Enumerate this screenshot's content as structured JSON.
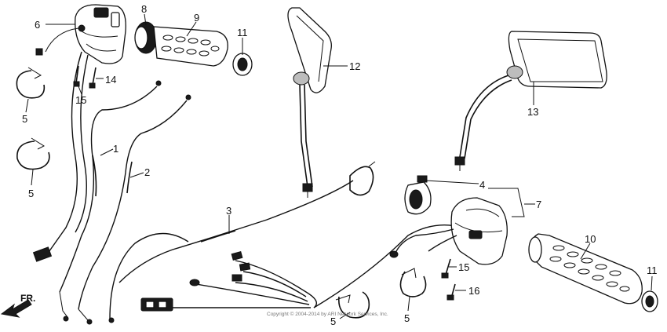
{
  "labels": {
    "p1": "1",
    "p2": "2",
    "p3": "3",
    "p4": "4",
    "p5a": "5",
    "p5b": "5",
    "p5c": "5",
    "p5d": "5",
    "p6": "6",
    "p7": "7",
    "p8": "8",
    "p9": "9",
    "p10": "10",
    "p11a": "11",
    "p11b": "11",
    "p12": "12",
    "p13": "13",
    "p14": "14",
    "p15a": "15",
    "p15b": "15",
    "p16": "16"
  },
  "front_arrow_label": "FR.",
  "copyright": "Copyright © 2004-2014 by ARI Network Services, Inc.",
  "colors": {
    "ink": "#111111",
    "background": "#ffffff"
  }
}
